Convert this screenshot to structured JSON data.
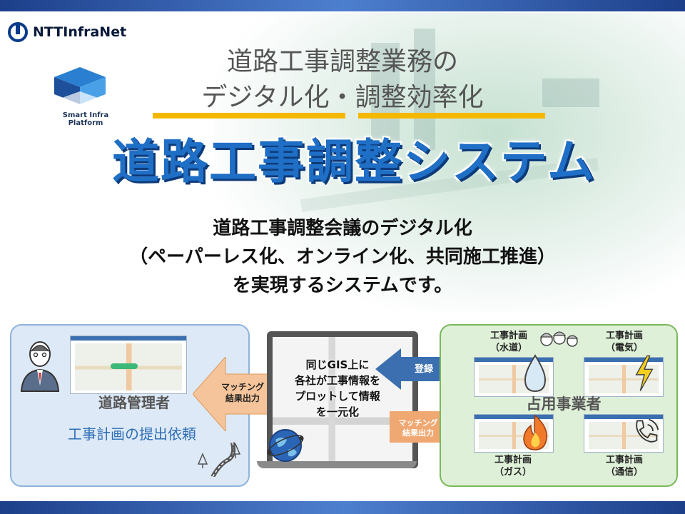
{
  "brand": {
    "company": "NTTInfraNet",
    "platform_line1": "Smart Infra",
    "platform_line2": "Platform"
  },
  "header": {
    "subtitle_line1": "道路工事調整業務の",
    "subtitle_line2": "デジタル化・調整効率化",
    "title": "道路工事調整システム"
  },
  "description": {
    "line1": "道路工事調整会議のデジタル化",
    "line2": "（ペーパーレス化、オンライン化、共同施工推進）",
    "line3": "を実現するシステムです。"
  },
  "left_panel": {
    "role": "道路管理者",
    "action": "工事計画の提出依頼"
  },
  "center": {
    "line1": "同じGIS上に",
    "line2": "各社が工事情報を",
    "line3": "プロットして情報",
    "line4": "を一元化"
  },
  "arrows": {
    "matching_left_line1": "マッチング",
    "matching_left_line2": "結果出力",
    "register": "登録",
    "matching_right_line1": "マッチング",
    "matching_right_line2": "結果出力"
  },
  "right_panel": {
    "role": "占用事業者",
    "water": {
      "line1": "工事計画",
      "line2": "（水道）"
    },
    "electric": {
      "line1": "工事計画",
      "line2": "（電気）"
    },
    "gas": {
      "line1": "工事計画",
      "line2": "（ガス）"
    },
    "telecom": {
      "line1": "工事計画",
      "line2": "（通信）"
    }
  },
  "colors": {
    "accent_blue": "#1f6fc6",
    "underline": "#f5b800",
    "arrow_orange": "#f5c49a",
    "arrow_blue": "#3b6fb0"
  },
  "icons": [
    "ntt-logo-icon",
    "smart-infra-logo-icon",
    "official-person-icon",
    "trees-road-icon",
    "globe-icon",
    "workers-icon",
    "water-drop-icon",
    "lightning-icon",
    "flame-icon",
    "phone-icon"
  ]
}
